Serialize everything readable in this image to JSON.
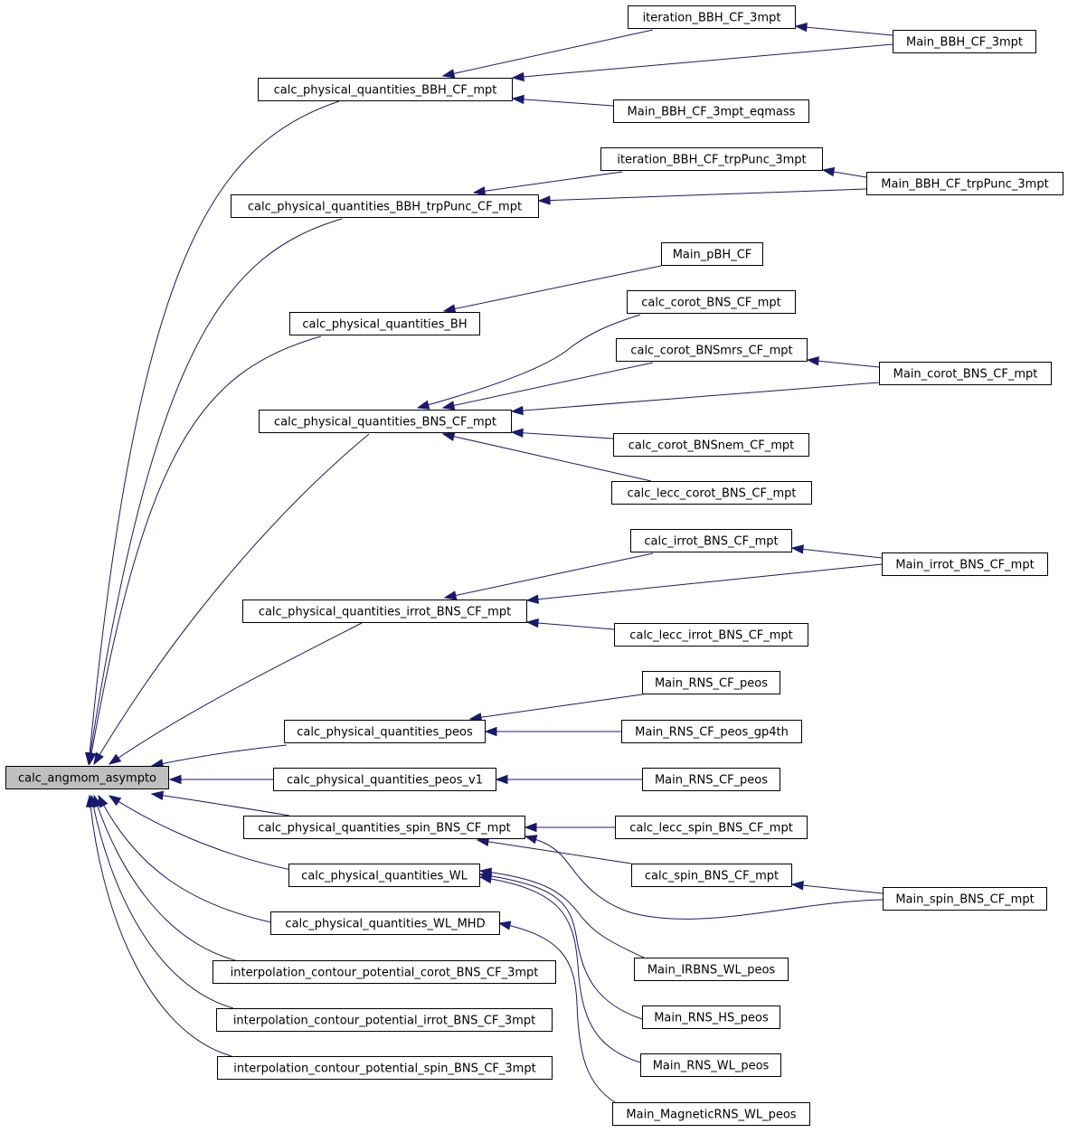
{
  "graph": {
    "root": "calc_angmom_asympto",
    "nodes": {
      "root": "calc_angmom_asympto",
      "pq_bbh_cf": "calc_physical_quantities_BBH_CF_mpt",
      "pq_bbh_trp": "calc_physical_quantities_BBH_trpPunc_CF_mpt",
      "pq_bh": "calc_physical_quantities_BH",
      "pq_bns": "calc_physical_quantities_BNS_CF_mpt",
      "pq_irrot": "calc_physical_quantities_irrot_BNS_CF_mpt",
      "pq_peos": "calc_physical_quantities_peos",
      "pq_peos_v1": "calc_physical_quantities_peos_v1",
      "pq_spin": "calc_physical_quantities_spin_BNS_CF_mpt",
      "pq_wl": "calc_physical_quantities_WL",
      "pq_wl_mhd": "calc_physical_quantities_WL_MHD",
      "interp_corot": "interpolation_contour_potential_corot_BNS_CF_3mpt",
      "interp_irrot": "interpolation_contour_potential_irrot_BNS_CF_3mpt",
      "interp_spin": "interpolation_contour_potential_spin_BNS_CF_3mpt",
      "iter_bbh": "iteration_BBH_CF_3mpt",
      "main_bbh_eq": "Main_BBH_CF_3mpt_eqmass",
      "iter_trp": "iteration_BBH_CF_trpPunc_3mpt",
      "main_pbh": "Main_pBH_CF",
      "corot_bns": "calc_corot_BNS_CF_mpt",
      "corot_bnsmrs": "calc_corot_BNSmrs_CF_mpt",
      "corot_bnsnem": "calc_corot_BNSnem_CF_mpt",
      "lecc_corot": "calc_lecc_corot_BNS_CF_mpt",
      "irrot_bns": "calc_irrot_BNS_CF_mpt",
      "lecc_irrot": "calc_lecc_irrot_BNS_CF_mpt",
      "main_rns_peos_a": "Main_RNS_CF_peos",
      "main_rns_gp4th": "Main_RNS_CF_peos_gp4th",
      "main_rns_peos_b": "Main_RNS_CF_peos",
      "lecc_spin": "calc_lecc_spin_BNS_CF_mpt",
      "spin_bns": "calc_spin_BNS_CF_mpt",
      "main_irbns_wl": "Main_IRBNS_WL_peos",
      "main_rns_hs": "Main_RNS_HS_peos",
      "main_rns_wl": "Main_RNS_WL_peos",
      "main_mag_rns": "Main_MagneticRNS_WL_peos",
      "main_bbh_3mpt": "Main_BBH_CF_3mpt",
      "main_bbh_trp": "Main_BBH_CF_trpPunc_3mpt",
      "main_corot": "Main_corot_BNS_CF_mpt",
      "main_irrot": "Main_irrot_BNS_CF_mpt",
      "main_spin": "Main_spin_BNS_CF_mpt"
    },
    "edges": [
      [
        "pq_bbh_cf",
        "root"
      ],
      [
        "pq_bbh_trp",
        "root"
      ],
      [
        "pq_bh",
        "root"
      ],
      [
        "pq_bns",
        "root"
      ],
      [
        "pq_irrot",
        "root"
      ],
      [
        "pq_peos",
        "root"
      ],
      [
        "pq_peos_v1",
        "root"
      ],
      [
        "pq_spin",
        "root"
      ],
      [
        "pq_wl",
        "root"
      ],
      [
        "pq_wl_mhd",
        "root"
      ],
      [
        "interp_corot",
        "root"
      ],
      [
        "interp_irrot",
        "root"
      ],
      [
        "interp_spin",
        "root"
      ],
      [
        "iter_bbh",
        "pq_bbh_cf"
      ],
      [
        "main_bbh_3mpt",
        "pq_bbh_cf"
      ],
      [
        "main_bbh_eq",
        "pq_bbh_cf"
      ],
      [
        "main_bbh_3mpt",
        "iter_bbh"
      ],
      [
        "iter_trp",
        "pq_bbh_trp"
      ],
      [
        "main_bbh_trp",
        "pq_bbh_trp"
      ],
      [
        "main_bbh_trp",
        "iter_trp"
      ],
      [
        "main_pbh",
        "pq_bh"
      ],
      [
        "corot_bns",
        "pq_bns"
      ],
      [
        "corot_bnsmrs",
        "pq_bns"
      ],
      [
        "main_corot",
        "pq_bns"
      ],
      [
        "corot_bnsnem",
        "pq_bns"
      ],
      [
        "lecc_corot",
        "pq_bns"
      ],
      [
        "main_corot",
        "corot_bnsmrs"
      ],
      [
        "irrot_bns",
        "pq_irrot"
      ],
      [
        "main_irrot",
        "pq_irrot"
      ],
      [
        "lecc_irrot",
        "pq_irrot"
      ],
      [
        "main_irrot",
        "irrot_bns"
      ],
      [
        "main_rns_peos_a",
        "pq_peos"
      ],
      [
        "main_rns_gp4th",
        "pq_peos"
      ],
      [
        "main_rns_peos_b",
        "pq_peos_v1"
      ],
      [
        "lecc_spin",
        "pq_spin"
      ],
      [
        "spin_bns",
        "pq_spin"
      ],
      [
        "main_spin",
        "pq_spin"
      ],
      [
        "main_spin",
        "spin_bns"
      ],
      [
        "main_irbns_wl",
        "pq_wl"
      ],
      [
        "main_rns_hs",
        "pq_wl"
      ],
      [
        "main_rns_wl",
        "pq_wl"
      ],
      [
        "main_mag_rns",
        "pq_wl_mhd"
      ]
    ]
  },
  "colors": {
    "edge": "#191970",
    "root_fill": "#bfbfbf",
    "node_fill": "#ffffff",
    "node_border": "#000000"
  }
}
